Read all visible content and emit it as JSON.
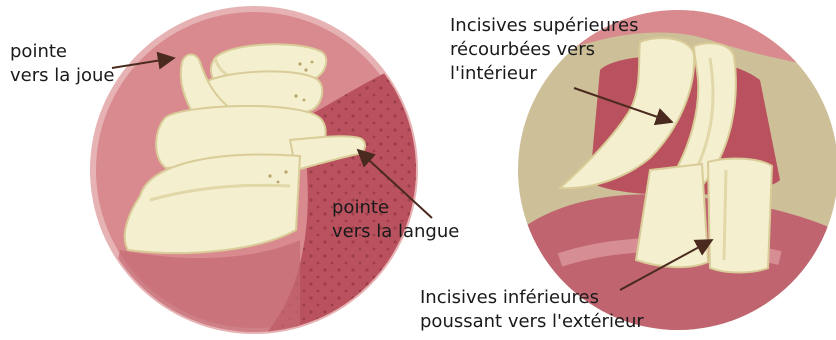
{
  "labels": {
    "cheek_tip": [
      "pointe",
      "vers la joue"
    ],
    "tongue_tip": [
      "pointe",
      "vers la langue"
    ],
    "upper_incisors": [
      "Incisives supérieures",
      "récourbées vers",
      "l'intérieur"
    ],
    "lower_incisors": [
      "Incisives inférieures",
      "poussant vers l'extérieur"
    ]
  },
  "colors": {
    "left_circle_bg": "#d98a8e",
    "left_circle_rim": "#e6b2b3",
    "gum_dark": "#b9525e",
    "gum_dots": "#9c3d49",
    "tooth_fill": "#f4efcf",
    "tooth_shade": "#e1d7a8",
    "right_circle_bg": "#cdbf98",
    "right_gum": "#c06570",
    "arrow": "#4a2a1e"
  }
}
